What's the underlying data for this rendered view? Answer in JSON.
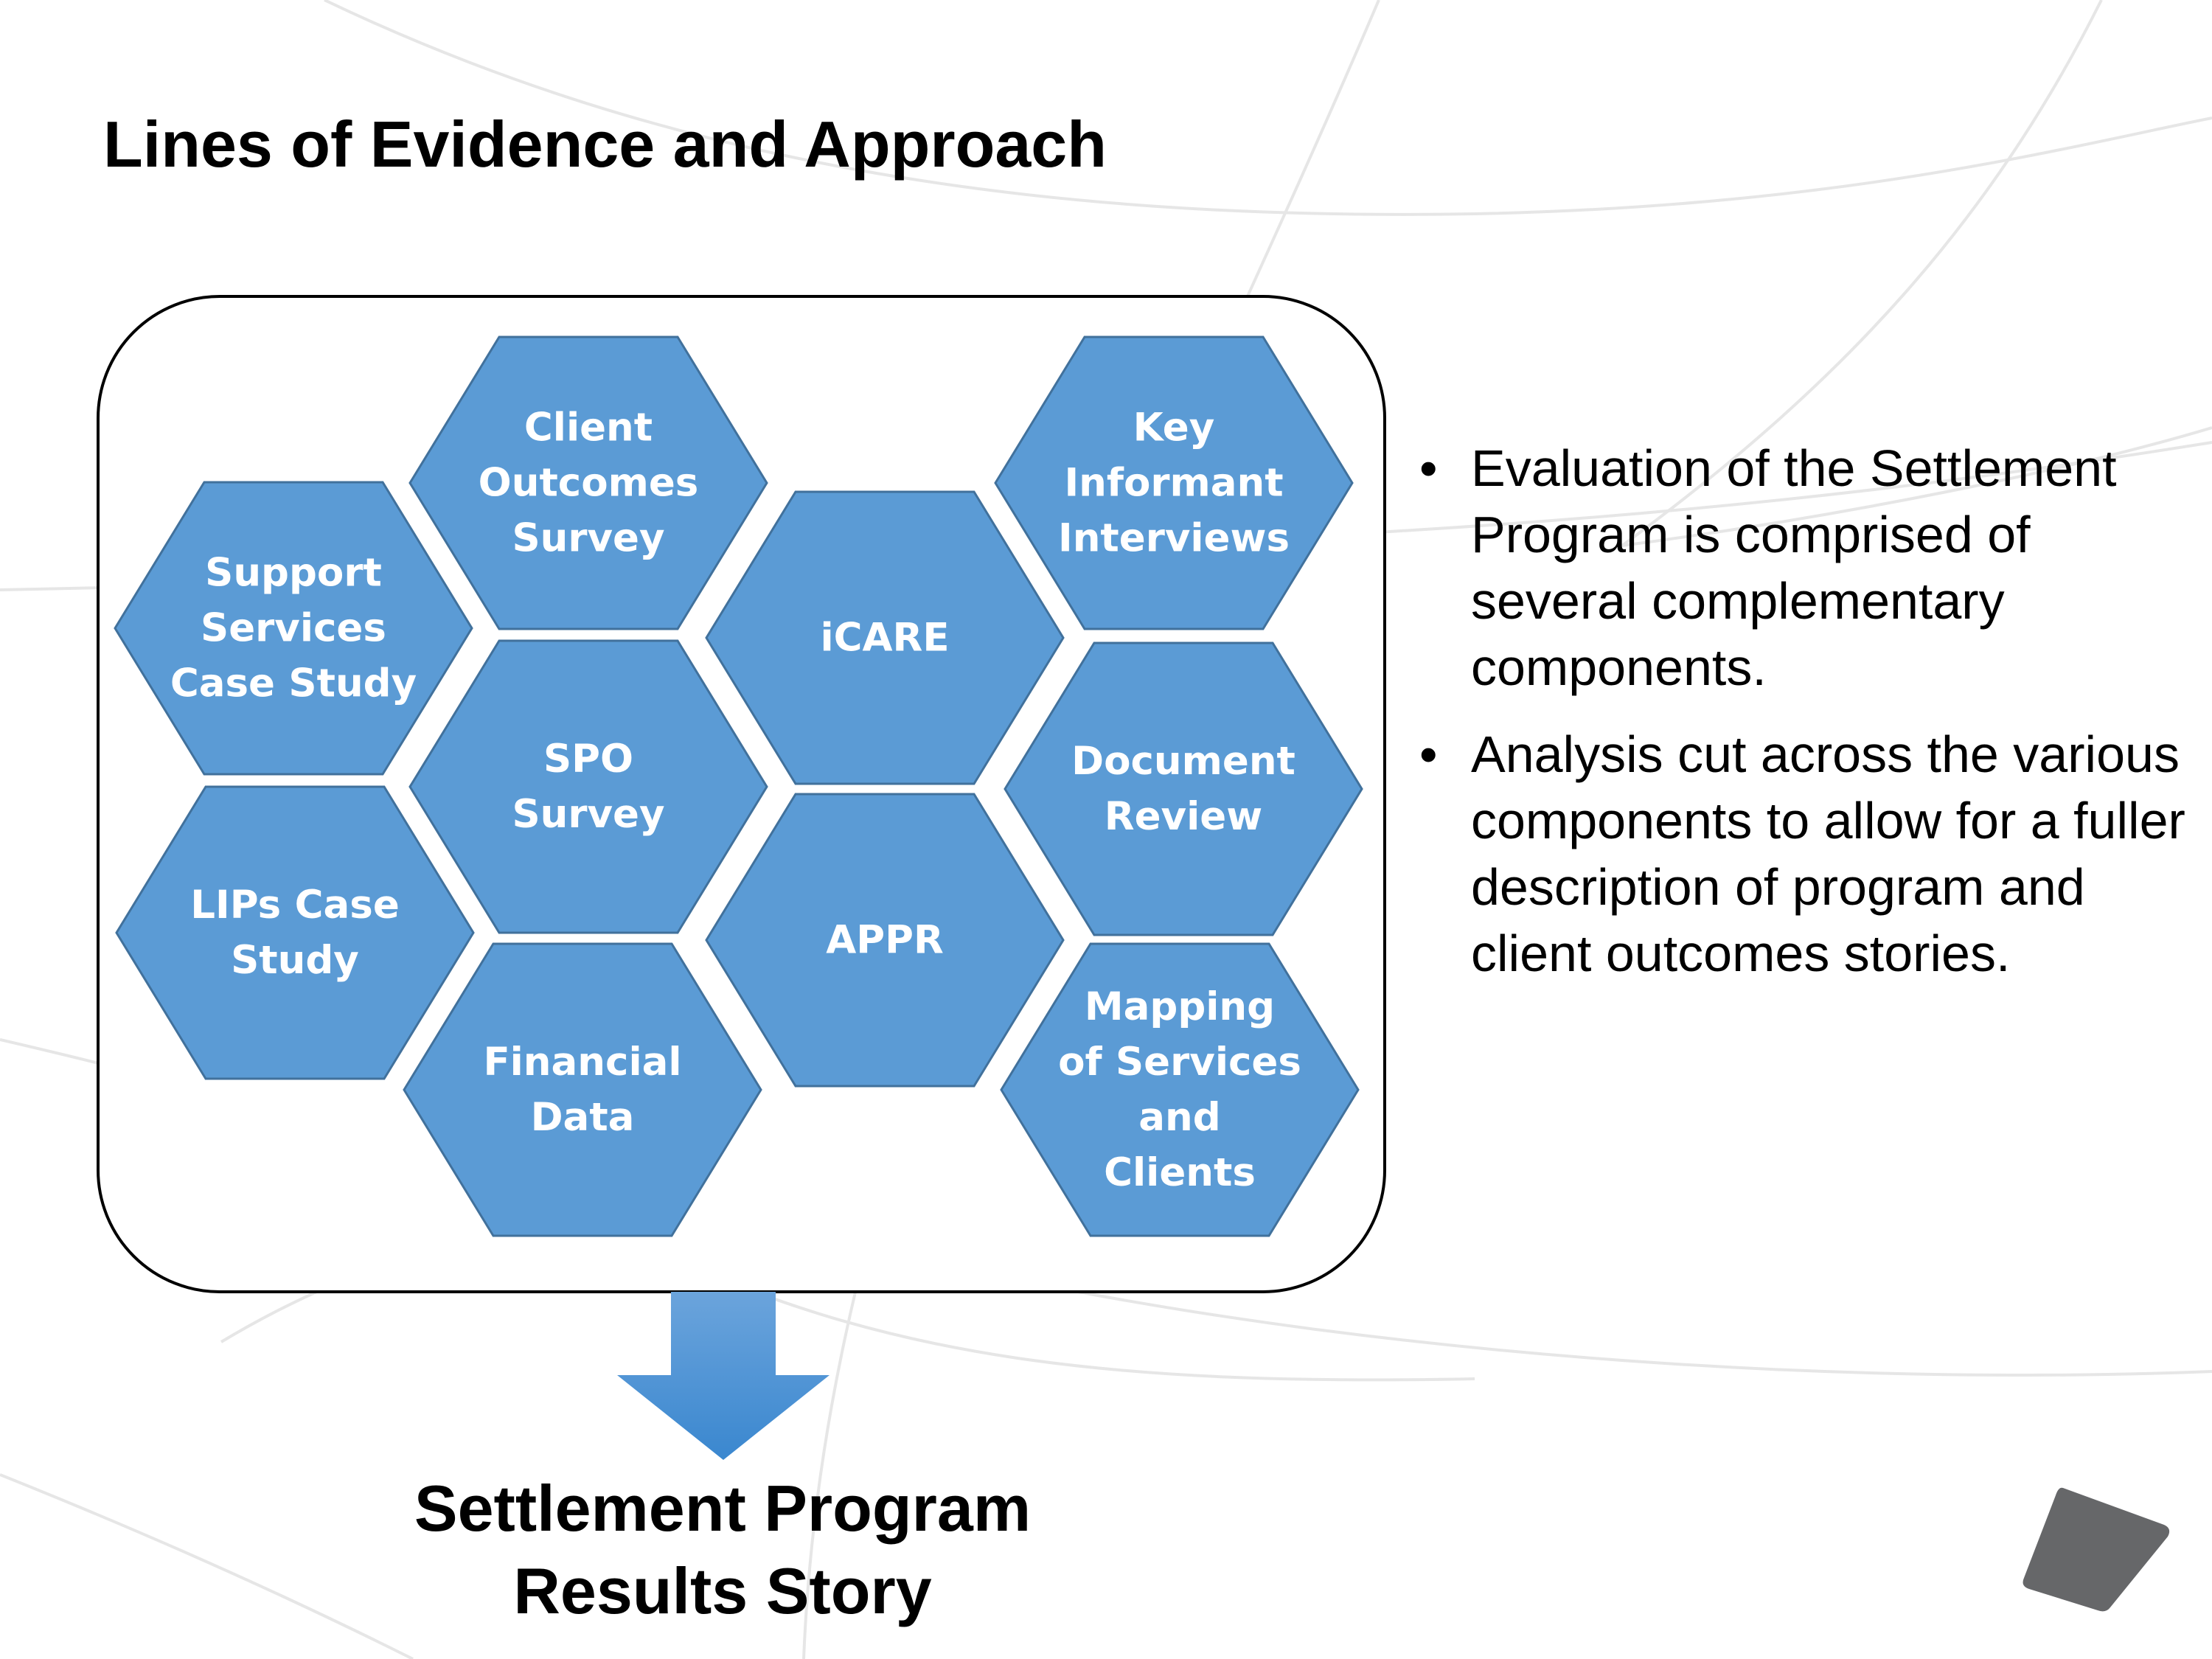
{
  "slide": {
    "title": "Lines of Evidence and Approach"
  },
  "diagram": {
    "hexagons": [
      {
        "id": "support-services",
        "lines": [
          "Support",
          "Services",
          "Case Study"
        ]
      },
      {
        "id": "client-outcomes",
        "lines": [
          "Client",
          "Outcomes",
          "Survey"
        ]
      },
      {
        "id": "icare",
        "lines": [
          "iCARE"
        ]
      },
      {
        "id": "key-informant",
        "lines": [
          "Key",
          "Informant",
          "Interviews"
        ]
      },
      {
        "id": "spo-survey",
        "lines": [
          "SPO",
          "Survey"
        ]
      },
      {
        "id": "document-review",
        "lines": [
          "Document",
          "Review"
        ]
      },
      {
        "id": "lips-case-study",
        "lines": [
          "LIPs Case",
          "Study"
        ]
      },
      {
        "id": "appr",
        "lines": [
          "APPR"
        ]
      },
      {
        "id": "financial-data",
        "lines": [
          "Financial",
          "Data"
        ]
      },
      {
        "id": "mapping-services",
        "lines": [
          "Mapping",
          "of Services",
          "and",
          "Clients"
        ]
      }
    ],
    "result": {
      "line1": "Settlement Program",
      "line2": "Results Story"
    }
  },
  "bullets": [
    "Evaluation of the Settlement Program is comprised of several complementary components.",
    "Analysis cut across the various components to allow for a fuller description of program and client outcomes stories."
  ],
  "colors": {
    "hex_fill": "#5b9bd5",
    "hex_stroke": "#41719c",
    "arrow_top": "#6ba4dc",
    "arrow_bottom": "#3a87cf",
    "logo": "#666769"
  }
}
